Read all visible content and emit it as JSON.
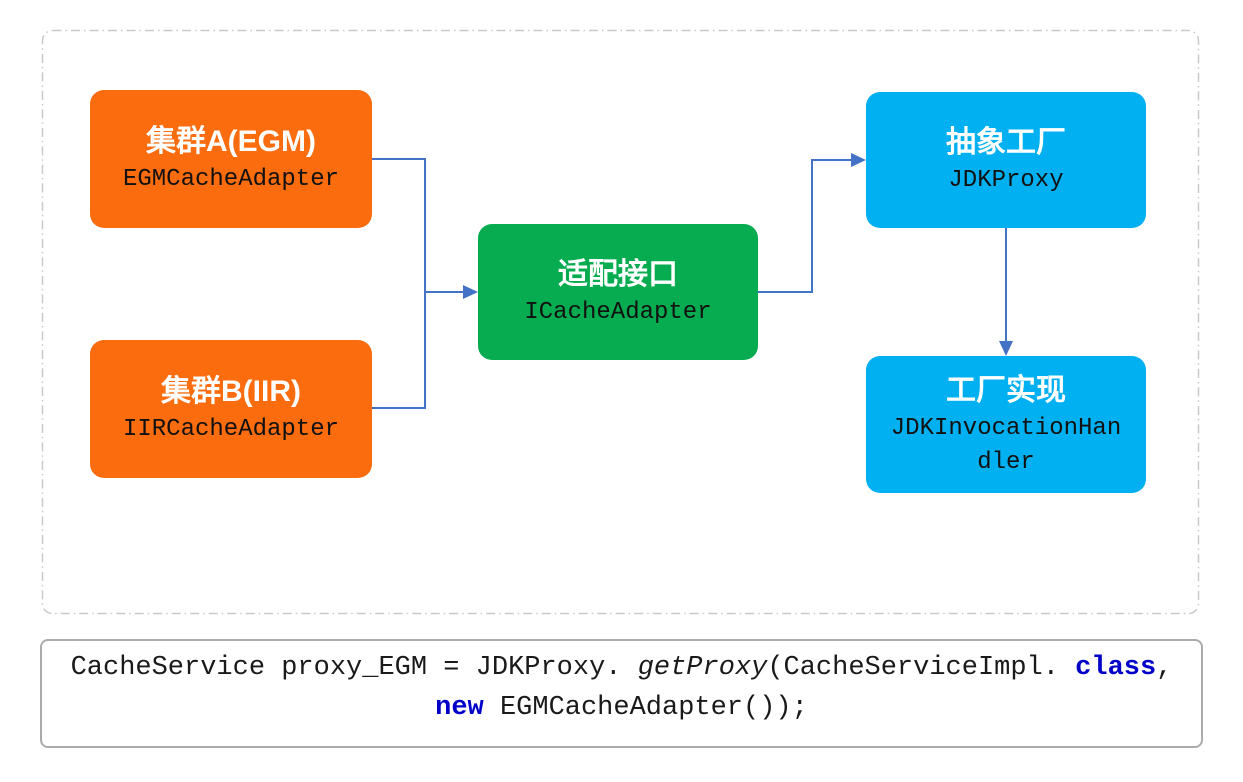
{
  "diagram": {
    "nodes": [
      {
        "title": "集群A(EGM)",
        "subtitle": "EGMCacheAdapter",
        "color": "#FA6C0E"
      },
      {
        "title": "集群B(IIR)",
        "subtitle": "IIRCacheAdapter",
        "color": "#FA6C0E"
      },
      {
        "title": "适配接口",
        "subtitle": "ICacheAdapter",
        "color": "#07AC50"
      },
      {
        "title": "抽象工厂",
        "subtitle": "JDKProxy",
        "color": "#00B0F0"
      },
      {
        "title": "工厂实现",
        "subtitle": "JDKInvocationHandler",
        "color": "#00B0F0"
      }
    ],
    "connector_color": "#4472C4",
    "dashed_border_color": "#C9C9C9"
  },
  "code": {
    "keyword_color": "#0000C8",
    "line1": [
      {
        "text": "CacheService proxy_EGM = JDKProxy. "
      },
      {
        "text": "getProxy"
      },
      {
        "text": "(CacheServiceImpl. "
      },
      {
        "text": "class"
      },
      {
        "text": ","
      }
    ],
    "line2": [
      {
        "text": "new"
      },
      {
        "text": " EGMCacheAdapter());"
      }
    ]
  }
}
